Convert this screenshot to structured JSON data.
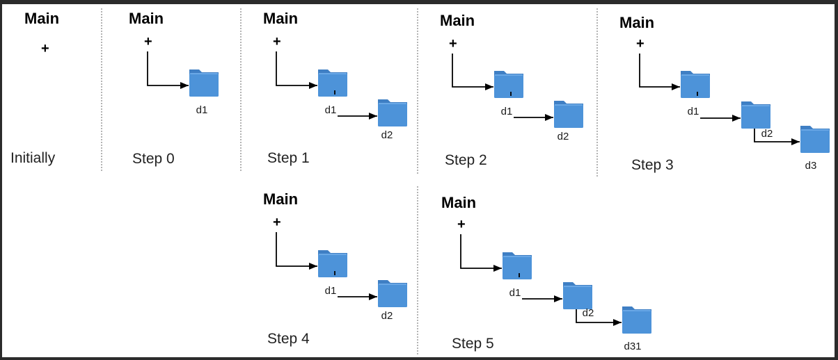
{
  "panels": [
    {
      "id": "initially",
      "title": "Main",
      "plus": "+",
      "step": "Initially",
      "folders": []
    },
    {
      "id": "step0",
      "title": "Main",
      "plus": "+",
      "step": "Step 0",
      "folders": [
        "d1"
      ]
    },
    {
      "id": "step1",
      "title": "Main",
      "plus": "+",
      "step": "Step 1",
      "folders": [
        "d1",
        "d2"
      ]
    },
    {
      "id": "step2",
      "title": "Main",
      "plus": "+",
      "step": "Step 2",
      "folders": [
        "d1",
        "d2"
      ]
    },
    {
      "id": "step3",
      "title": "Main",
      "plus": "+",
      "step": "Step 3",
      "folders": [
        "d1",
        "d2",
        "d3"
      ]
    },
    {
      "id": "step4",
      "title": "Main",
      "plus": "+",
      "step": "Step 4",
      "folders": [
        "d1",
        "d2"
      ]
    },
    {
      "id": "step5",
      "title": "Main",
      "plus": "+",
      "step": "Step 5",
      "folders": [
        "d1",
        "d2",
        "d31"
      ]
    }
  ],
  "colors": {
    "folder": "#4d93d9",
    "folder_back": "#3f7fc4",
    "arrow": "#000000",
    "separator": "#9a9a9a",
    "background": "#ffffff"
  },
  "icons": {
    "folder": "folder-icon",
    "arrow": "arrow-icon"
  }
}
